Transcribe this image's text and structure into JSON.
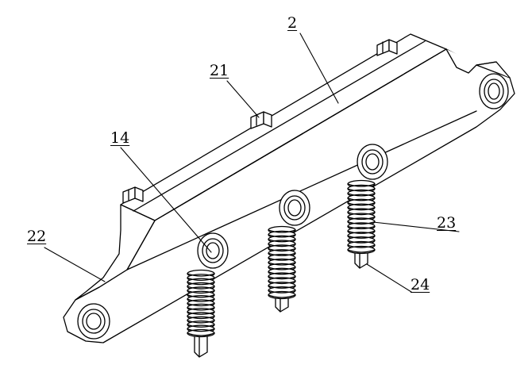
{
  "labels": {
    "l2": "2",
    "l21": "21",
    "l14": "14",
    "l22": "22",
    "l23": "23",
    "l24": "24"
  },
  "colors": {
    "line": "#000000",
    "fill": "#ffffff"
  },
  "parts": {
    "spring_count": 3,
    "bolt_count": 5
  }
}
